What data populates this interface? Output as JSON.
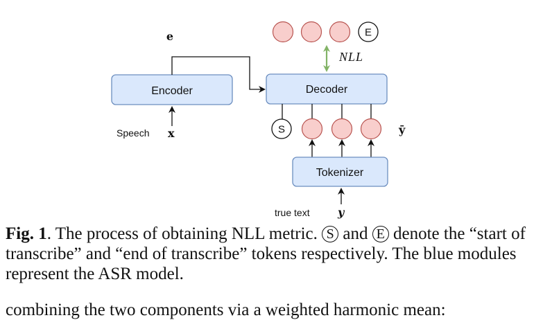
{
  "figure": {
    "modules": {
      "encoder": "Encoder",
      "decoder": "Decoder",
      "tokenizer": "Tokenizer"
    },
    "labels": {
      "encoder_output": "e",
      "speech_input_text": "Speech",
      "speech_input_var": "x",
      "metric": "NLL",
      "token_seq_var": "ȳ",
      "true_text_label": "true text",
      "true_text_var": "y"
    },
    "tokens": {
      "start": "S",
      "end": "E",
      "output_count": 3,
      "input_count": 3
    },
    "colors": {
      "module_fill": "#dae8fc",
      "module_stroke": "#6c8ebf",
      "token_fill": "#f8cecc",
      "token_stroke": "#b85450",
      "nll_arrow": "#82b366"
    }
  },
  "caption": {
    "fig_label": "Fig. 1",
    "text_before": ". The process of obtaining NLL metric. ",
    "start_symbol": "S",
    "text_middle": " and ",
    "end_symbol": "E",
    "text_after": " denote the “start of transcribe” and “end of transcribe” tokens respectively. The blue modules represent the ASR model."
  },
  "body_text": "combining the two components via a weighted harmonic mean:"
}
